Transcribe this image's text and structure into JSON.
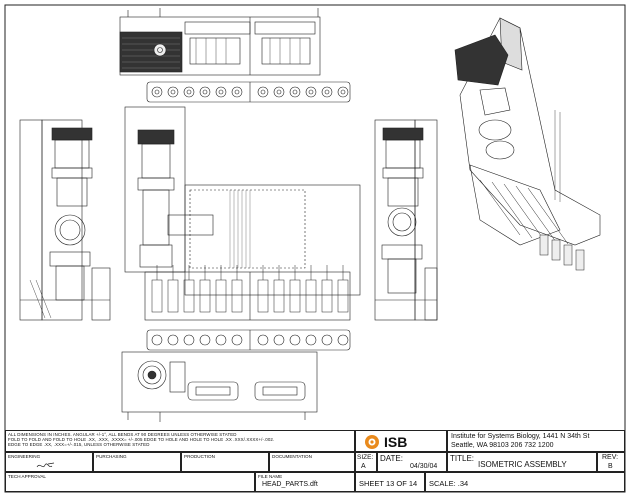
{
  "notes": {
    "line1": "ALL DIMENSIONS IN INCHES. ANGULAR +/-1°, ALL BENDS AT 90 DEGREES UNLESS OTHERWISE STATED",
    "line2": "FOLD TO FOLD AND FOLD TO HOLE .XX, .XXX, .XXXX= +/-.005 EDGE TO HOLE AND HOLE TO HOLE .XX .XXX/.XXXX+/-.002.",
    "line3": "EDGE TO EDGE .XX, .XXX=+/-.015, UNLESS OTHERWISE STATED"
  },
  "labels": {
    "engineering": "ENGINEERING",
    "purchasing": "PURCHASING",
    "production": "PRODUCTION",
    "documentation": "DOCUMENTATION",
    "tech_approval": "TECH APPROVAL",
    "file_name": "FILE NAME",
    "size": "SIZE:",
    "date": "DATE:",
    "title": "TITLE:",
    "rev": "REV:"
  },
  "logo": {
    "text": "ISB",
    "color": "#e98a1c"
  },
  "institute": {
    "line1": "Institute for Systems Biology,  1441 N 34th St",
    "line2": "Seattle, WA 98103  206 732 1200"
  },
  "values": {
    "size": "A",
    "date": "04/30/04",
    "title": "ISOMETRIC ASSEMBLY",
    "rev": "B",
    "file_name": "HEAD_PARTS.dft",
    "sheet": "SHEET 13 OF 14",
    "scale": "SCALE: .34"
  }
}
